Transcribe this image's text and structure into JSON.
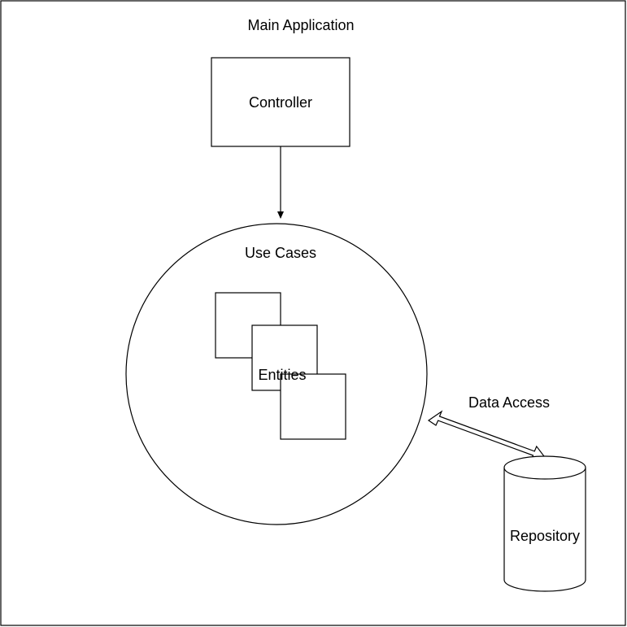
{
  "diagram": {
    "container_label": "Main Application",
    "controller_label": "Controller",
    "use_cases_label": "Use Cases",
    "entities_label": "Entities",
    "data_access_label": "Data Access",
    "repository_label": "Repository"
  },
  "colors": {
    "stroke": "#000000",
    "fill": "#ffffff"
  }
}
